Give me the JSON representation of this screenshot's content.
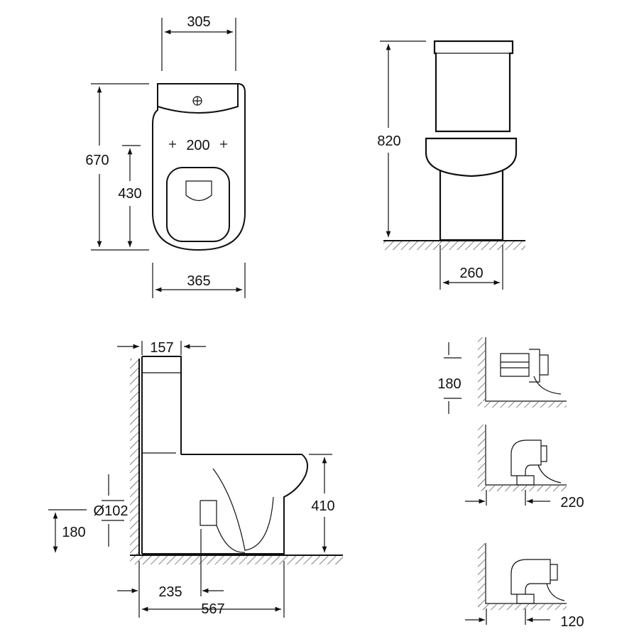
{
  "title": "Close-coupled WC technical drawing",
  "colors": {
    "line": "#111111",
    "background": "#ffffff"
  },
  "top_view": {
    "tank_width": "305",
    "overall_depth": "670",
    "seat_depth": "430",
    "fixing_centres": "200",
    "bowl_width": "365"
  },
  "front_view": {
    "height": "820",
    "base_width": "260"
  },
  "side_view": {
    "tank_depth": "157",
    "outlet_diameter": "Ø102",
    "outlet_height": "180",
    "rim_height": "410",
    "outlet_set_back": "235",
    "overall_projection": "567"
  },
  "outlet_options": {
    "horizontal_height": "180",
    "vertical_set_back": "220",
    "vertical_alt_set_back": "120"
  }
}
